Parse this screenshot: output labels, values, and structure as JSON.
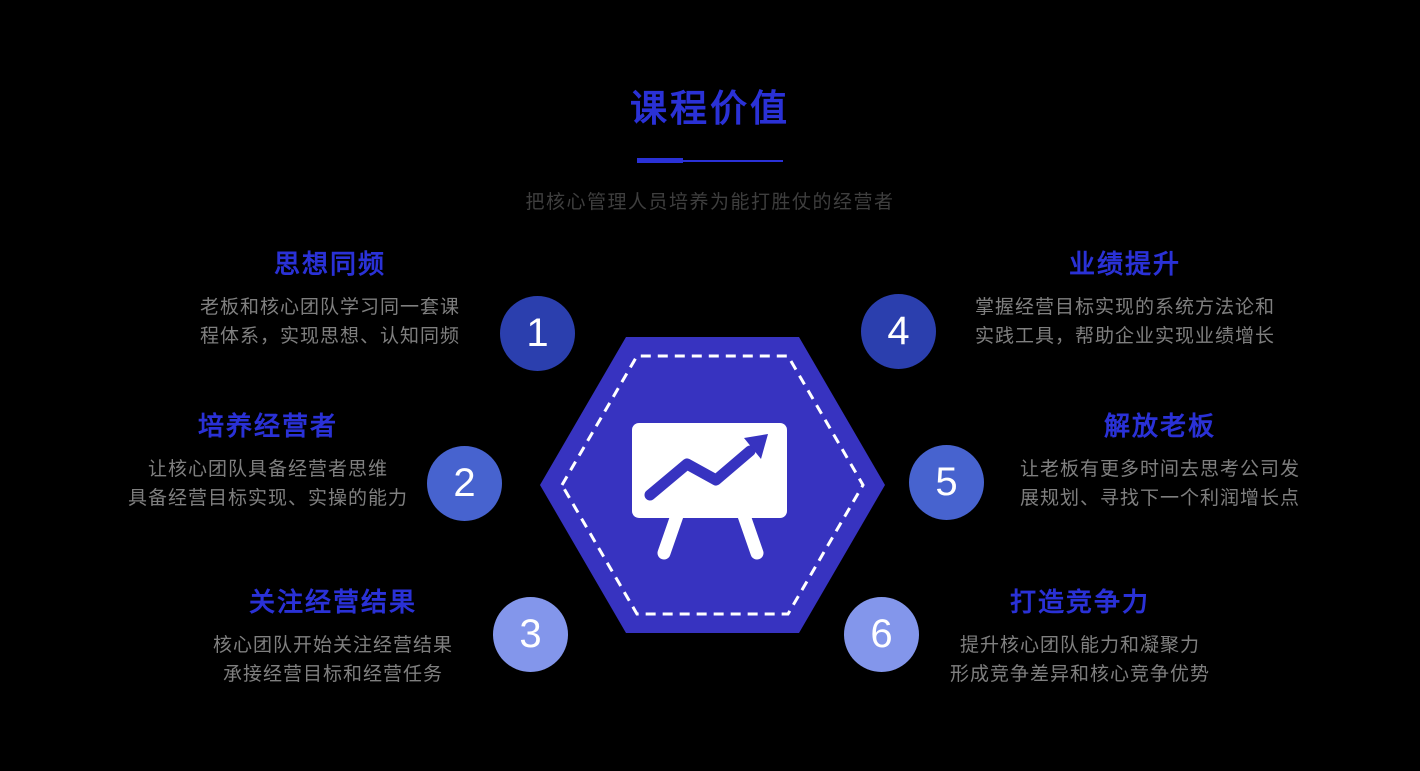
{
  "header": {
    "title": "课程价值",
    "subtitle": "把核心管理人员培养为能打胜仗的经营者"
  },
  "center_graphic": {
    "icon": "trend-chart-presentation-board-icon",
    "shape": "hexagon-with-dashed-inner-border"
  },
  "colors": {
    "background": "#000000",
    "accent": "#2a31d6",
    "hexagon": "#3733c0",
    "icon_board": "#ffffff",
    "subtitle_text": "#3e3e3e",
    "desc_text": "#7f7f7f",
    "badge_text": "#ffffff"
  },
  "items": [
    {
      "number": "1",
      "title": "思想同频",
      "circle_color": "#2b3fae",
      "desc_lines": [
        "老板和核心团队学习同一套课",
        "程体系，实现思想、认知同频"
      ]
    },
    {
      "number": "2",
      "title": "培养经营者",
      "circle_color": "#4763cf",
      "desc_lines": [
        "让核心团队具备经营者思维",
        "具备经营目标实现、实操的能力"
      ]
    },
    {
      "number": "3",
      "title": "关注经营结果",
      "circle_color": "#8396eb",
      "desc_lines": [
        "核心团队开始关注经营结果",
        "承接经营目标和经营任务"
      ]
    },
    {
      "number": "4",
      "title": "业绩提升",
      "circle_color": "#2b3fae",
      "desc_lines": [
        "掌握经营目标实现的系统方法论和",
        "实践工具，帮助企业实现业绩增长"
      ]
    },
    {
      "number": "5",
      "title": "解放老板",
      "circle_color": "#4763cf",
      "desc_lines": [
        "让老板有更多时间去思考公司发",
        "展规划、寻找下一个利润增长点"
      ]
    },
    {
      "number": "6",
      "title": "打造竞争力",
      "circle_color": "#8396eb",
      "desc_lines": [
        "提升核心团队能力和凝聚力",
        "形成竞争差异和核心竞争优势"
      ]
    }
  ]
}
